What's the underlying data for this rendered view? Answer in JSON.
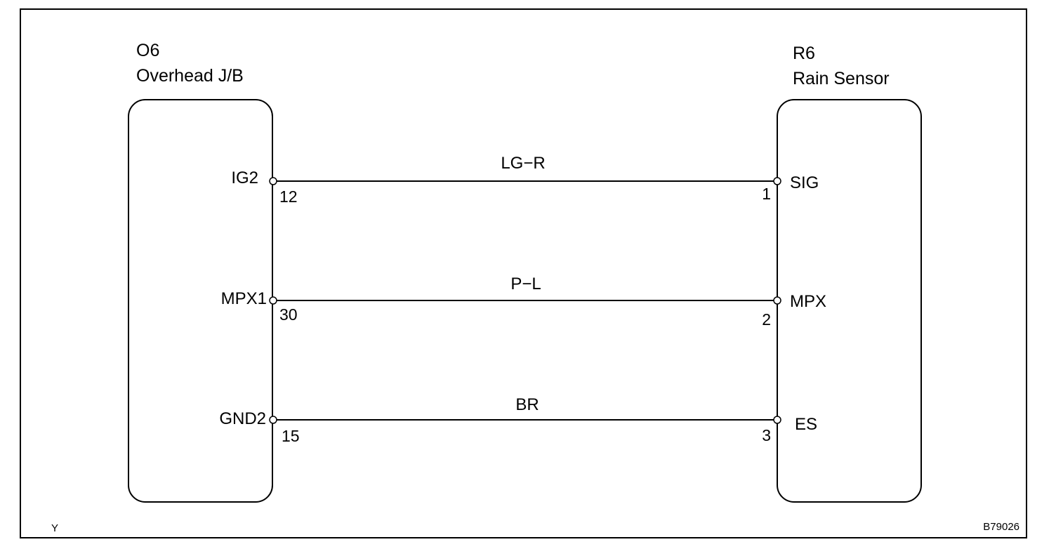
{
  "left_component": {
    "code": "O6",
    "name": "Overhead J/B",
    "pins": [
      {
        "name": "IG2",
        "number": "12"
      },
      {
        "name": "MPX1",
        "number": "30"
      },
      {
        "name": "GND2",
        "number": "15"
      }
    ]
  },
  "right_component": {
    "code": "R6",
    "name": "Rain Sensor",
    "pins": [
      {
        "name": "SIG",
        "number": "1"
      },
      {
        "name": "MPX",
        "number": "2"
      },
      {
        "name": "ES",
        "number": "3"
      }
    ]
  },
  "wires": [
    {
      "color": "LG−R"
    },
    {
      "color": "P−L"
    },
    {
      "color": "BR"
    }
  ],
  "footer": {
    "left_mark": "Y",
    "figure_id": "B79026"
  }
}
